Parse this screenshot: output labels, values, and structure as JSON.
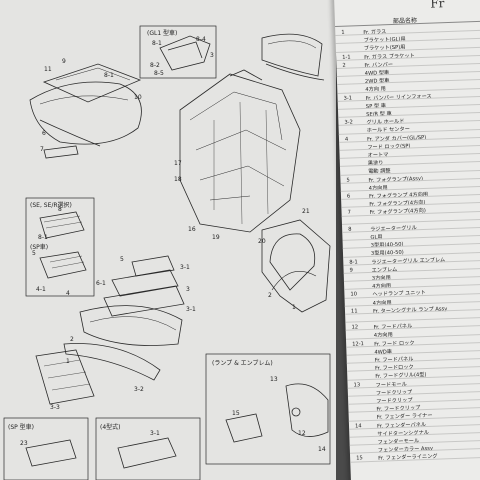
{
  "left_page": {
    "hood_inset_label": "(GL1 型車)",
    "grille_inset_label_1": "(SE, SE/R選択)",
    "grille_inset_label_2": "(SP車)",
    "emblem_inset_label": "(ランプ & エンブレム)",
    "bottom_inset_label_1": "(SP 型車)",
    "bottom_inset_label_2": "(4型式)",
    "callouts": [
      {
        "id": "c1",
        "text": "11"
      },
      {
        "id": "c2",
        "text": "9"
      },
      {
        "id": "c3",
        "text": "8-1"
      },
      {
        "id": "c4",
        "text": "8-5"
      },
      {
        "id": "c5",
        "text": "3"
      },
      {
        "id": "c6",
        "text": "8-4"
      },
      {
        "id": "c7",
        "text": "8-2"
      },
      {
        "id": "c8",
        "text": "8-1"
      },
      {
        "id": "c9",
        "text": "10"
      },
      {
        "id": "c10",
        "text": "6"
      },
      {
        "id": "c11",
        "text": "7"
      },
      {
        "id": "c12",
        "text": "8"
      },
      {
        "id": "c13",
        "text": "8-1"
      },
      {
        "id": "c14",
        "text": "5"
      },
      {
        "id": "c15",
        "text": "4-1"
      },
      {
        "id": "c16",
        "text": "4"
      },
      {
        "id": "c17",
        "text": "17"
      },
      {
        "id": "c18",
        "text": "18"
      },
      {
        "id": "c19",
        "text": "16"
      },
      {
        "id": "c20",
        "text": "19"
      },
      {
        "id": "c21",
        "text": "20"
      },
      {
        "id": "c22",
        "text": "21"
      },
      {
        "id": "c23",
        "text": "3-1"
      },
      {
        "id": "c24",
        "text": "3"
      },
      {
        "id": "c25",
        "text": "2"
      },
      {
        "id": "c26",
        "text": "3-2"
      },
      {
        "id": "c27",
        "text": "1"
      },
      {
        "id": "c28",
        "text": "3-3"
      },
      {
        "id": "c29",
        "text": "5"
      },
      {
        "id": "c30",
        "text": "3-1"
      },
      {
        "id": "c31",
        "text": "6-1"
      },
      {
        "id": "c32",
        "text": "1"
      },
      {
        "id": "c33",
        "text": "2"
      },
      {
        "id": "c34",
        "text": "15"
      },
      {
        "id": "c35",
        "text": "13"
      },
      {
        "id": "c36",
        "text": "12"
      },
      {
        "id": "c37",
        "text": "14"
      },
      {
        "id": "c38",
        "text": "23"
      },
      {
        "id": "c39",
        "text": "3-1"
      }
    ]
  },
  "right_page": {
    "header": "Fr",
    "column_header": "部品名称",
    "rows": [
      {
        "num": "1",
        "text": "Fr. ガラス"
      },
      {
        "num": "",
        "text": "ブラケット(GL)用"
      },
      {
        "num": "",
        "text": "ブラケット(SP)用"
      },
      {
        "num": "1-1",
        "text": "Fr. ガラス ブラケット"
      },
      {
        "num": "2",
        "text": "Fr. バンパー"
      },
      {
        "num": "",
        "text": "4WD 型車"
      },
      {
        "num": "",
        "text": "2WD 型車"
      },
      {
        "num": "",
        "text": "4方向 用"
      },
      {
        "num": "3-1",
        "text": "Fr. バンパー リインフォース"
      },
      {
        "num": "",
        "text": "SP 型 車"
      },
      {
        "num": "",
        "text": "SE/R 型 車"
      },
      {
        "num": "3-2",
        "text": "グリル ホールド"
      },
      {
        "num": "",
        "text": "ホールド センター"
      },
      {
        "num": "4",
        "text": "Fr. アンダ カバー(GL/SP)"
      },
      {
        "num": "",
        "text": "フード ロック(SP)"
      },
      {
        "num": "",
        "text": "オートマ"
      },
      {
        "num": "",
        "text": "黒塗り"
      },
      {
        "num": "",
        "text": "電動 調整"
      },
      {
        "num": "5",
        "text": "Fr. フォグランプ(Assy)"
      },
      {
        "num": "",
        "text": "4方向用"
      },
      {
        "num": "6",
        "text": "Fr. フォグランプ 4方向用"
      },
      {
        "num": "",
        "text": "Fr. フォグランプ(4方向)"
      },
      {
        "num": "7",
        "text": "Fr. フォグランプ(4方向)"
      },
      {
        "num": "",
        "text": ""
      },
      {
        "num": "8",
        "text": "ラジエーターグリル"
      },
      {
        "num": "",
        "text": "GL用"
      },
      {
        "num": "",
        "text": "3型用(40-50)"
      },
      {
        "num": "",
        "text": "3型用(40-50)"
      },
      {
        "num": "8-1",
        "text": "ラジエーターグリル エンブレム"
      },
      {
        "num": "9",
        "text": "エンブレム"
      },
      {
        "num": "",
        "text": "3方向用"
      },
      {
        "num": "",
        "text": "4方向用"
      },
      {
        "num": "10",
        "text": "ヘッドランプ ユニット"
      },
      {
        "num": "",
        "text": "4方向用"
      },
      {
        "num": "11",
        "text": "Fr. ターンシグナル ランプ Assy"
      },
      {
        "num": "",
        "text": ""
      },
      {
        "num": "12",
        "text": "Fr. フードパネル"
      },
      {
        "num": "",
        "text": "4方向用"
      },
      {
        "num": "12-1",
        "text": "Fr. フード ロック"
      },
      {
        "num": "",
        "text": "4WD車"
      },
      {
        "num": "",
        "text": "Fr. フードパネル"
      },
      {
        "num": "",
        "text": "Fr. フードロック"
      },
      {
        "num": "",
        "text": "Fr. フードグリル(4型)"
      },
      {
        "num": "13",
        "text": "フードモール"
      },
      {
        "num": "",
        "text": "フードクリップ"
      },
      {
        "num": "",
        "text": "フードクリップ"
      },
      {
        "num": "",
        "text": "Fr. フードクリップ"
      },
      {
        "num": "",
        "text": "Fr. フェンダー ライナー"
      },
      {
        "num": "14",
        "text": "Fr. フェンダーパネル"
      },
      {
        "num": "",
        "text": "サイドターンシグナル"
      },
      {
        "num": "",
        "text": "フェンダーモール"
      },
      {
        "num": "",
        "text": "フェンダーカラー Assy"
      },
      {
        "num": "15",
        "text": "Fr. フェンダーライニング"
      }
    ]
  }
}
